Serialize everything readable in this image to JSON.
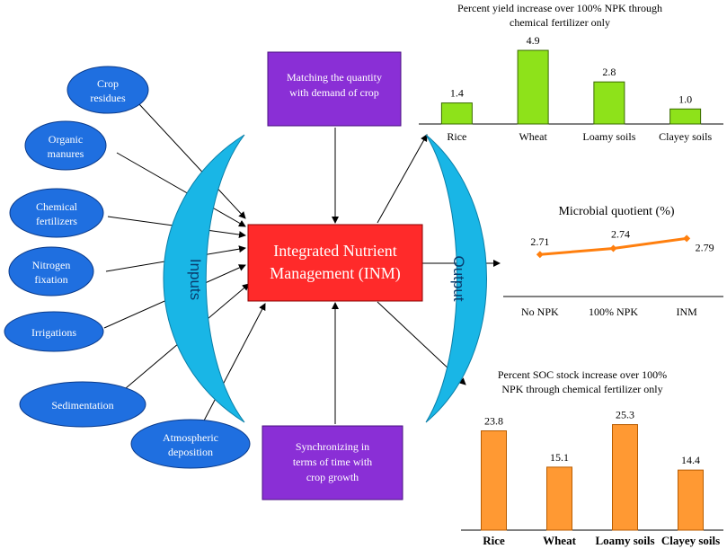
{
  "inputs": {
    "label": "Inputs",
    "items": [
      [
        "Crop",
        "residues"
      ],
      [
        "Organic",
        "manures"
      ],
      [
        "Chemical",
        "fertilizers"
      ],
      [
        "Nitrogen",
        "fixation"
      ],
      [
        "Irrigations"
      ],
      [
        "Sedimentation"
      ],
      [
        "Atmospheric",
        "deposition"
      ]
    ]
  },
  "output": {
    "label": "Output"
  },
  "center": {
    "line1": "Integrated Nutrient",
    "line2": "Management (INM)"
  },
  "top_box": {
    "line1": "Matching the quantity",
    "line2": "with demand of crop"
  },
  "bottom_box": {
    "line1": "Synchronizing in",
    "line2": "terms of time with",
    "line3": "crop growth"
  },
  "colors": {
    "input_ellipse": "#1f6fe0",
    "crescent": "#19b6e6",
    "center_box": "#ff2a2a",
    "purple_box": "#8a2fd6",
    "green_bar": "#8ee21a",
    "orange": "#ff9933",
    "line_orange": "#ff7f0e"
  },
  "chart_data": [
    {
      "type": "bar",
      "title": [
        "Percent yield increase over 100% NPK through",
        "chemical fertilizer only"
      ],
      "categories": [
        "Rice",
        "Wheat",
        "Loamy soils",
        "Clayey soils"
      ],
      "values": [
        1.4,
        4.9,
        2.8,
        1.0
      ],
      "value_labels": [
        "1.4",
        "4.9",
        "2.8",
        "1.0"
      ],
      "ylim": [
        0,
        5.5
      ]
    },
    {
      "type": "line",
      "title": [
        "Microbial quotient (%)"
      ],
      "categories": [
        "No NPK",
        "100% NPK",
        "INM"
      ],
      "values": [
        2.71,
        2.74,
        2.79
      ],
      "value_labels": [
        "2.71",
        "2.74",
        "2.79"
      ],
      "ylim": [
        2.5,
        2.85
      ]
    },
    {
      "type": "bar",
      "title": [
        "Percent SOC stock increase over 100%",
        "NPK through chemical fertilizer only"
      ],
      "categories": [
        "Rice",
        "Wheat",
        "Loamy soils",
        "Clayey soils"
      ],
      "values": [
        23.8,
        15.1,
        25.3,
        14.4
      ],
      "value_labels": [
        "23.8",
        "15.1",
        "25.3",
        "14.4"
      ],
      "ylim": [
        0,
        28
      ]
    }
  ]
}
